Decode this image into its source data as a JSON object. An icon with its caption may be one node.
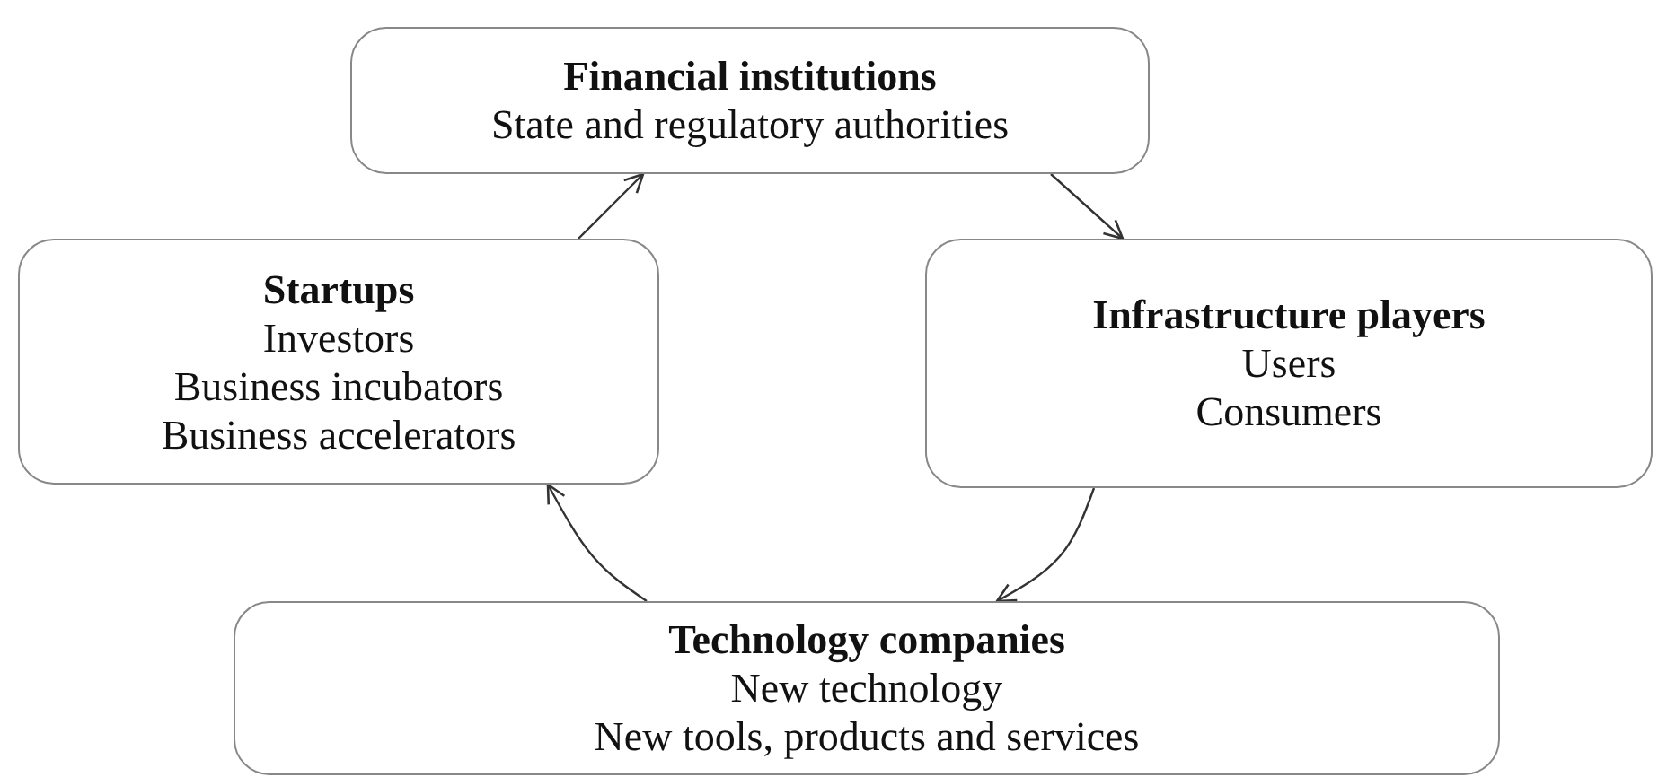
{
  "diagram": {
    "nodes": [
      {
        "text": [
          "Financial institutions",
          "State and regulatory authorities"
        ]
      },
      {
        "text": [
          "Startups",
          "Investors",
          "Business incubators",
          "Business accelerators"
        ]
      },
      {
        "text": [
          "Infrastructure players",
          "Users",
          "Consumers"
        ]
      },
      {
        "text": [
          "Technology companies",
          "New technology",
          "New tools, products and services"
        ]
      }
    ],
    "edges": [
      {
        "from": 1,
        "to": 0,
        "arrow": "to"
      },
      {
        "from": 0,
        "to": 2,
        "arrow": "to"
      },
      {
        "from": 2,
        "to": 3,
        "arrow": "to"
      },
      {
        "from": 3,
        "to": 1,
        "arrow": "to"
      }
    ]
  }
}
